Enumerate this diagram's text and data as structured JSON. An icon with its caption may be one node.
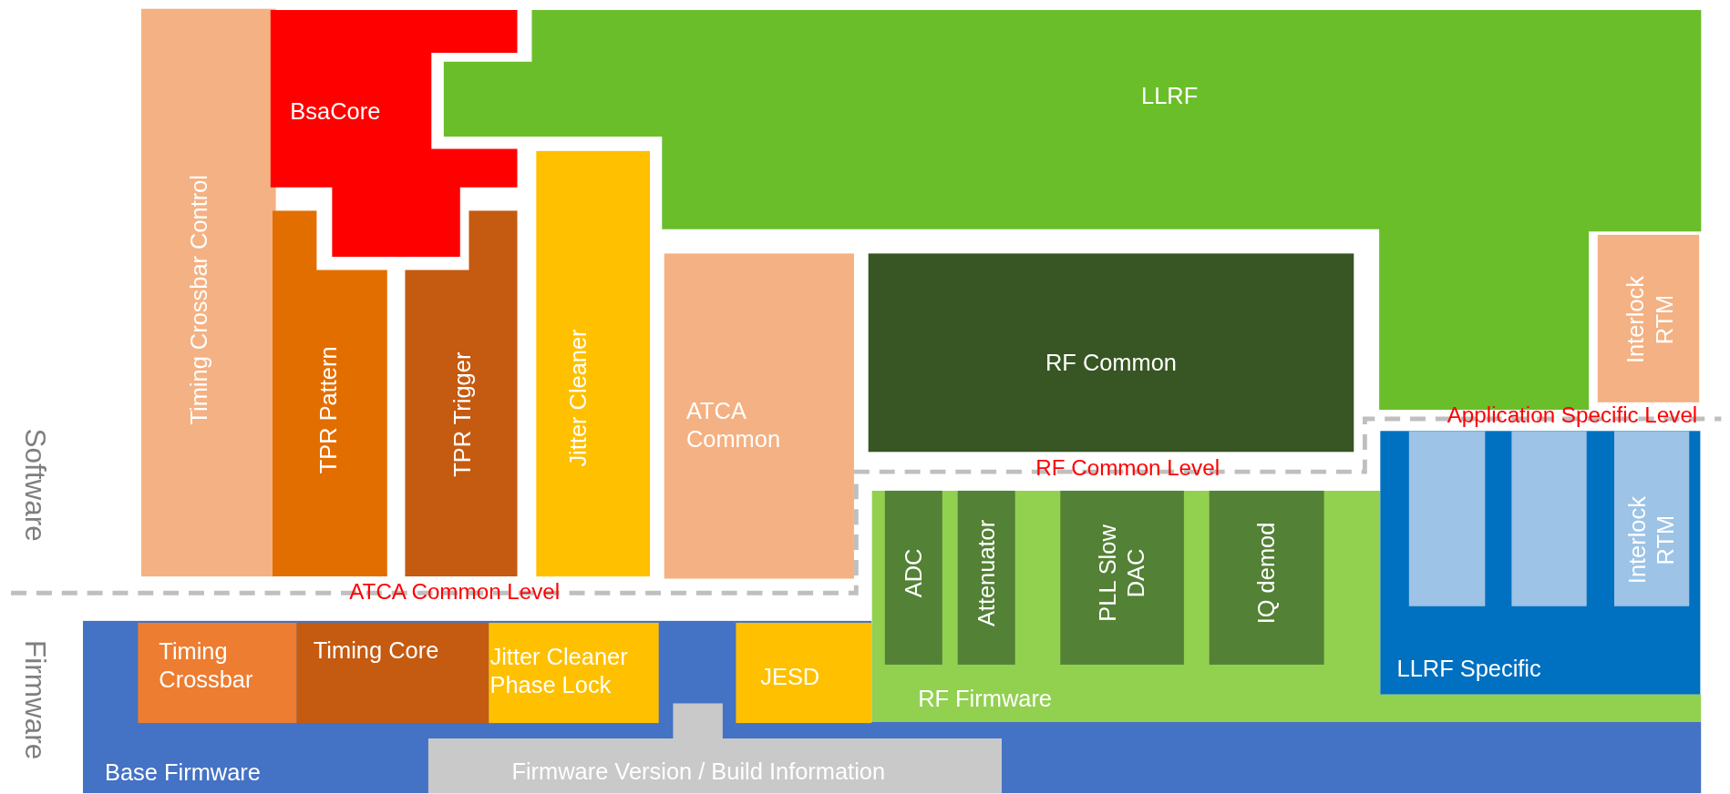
{
  "diagram": {
    "nodes": [
      {
        "text": [
          "Timing Crossbar Control"
        ]
      },
      {
        "text": [
          "BsaCore"
        ]
      },
      {
        "text": [
          "LLRF"
        ]
      },
      {
        "text": [
          "Jitter Cleaner"
        ]
      },
      {
        "text": [
          "TPR Pattern"
        ]
      },
      {
        "text": [
          "TPR Trigger"
        ]
      },
      {
        "text": [
          "ATCA Common"
        ]
      },
      {
        "text": [
          "RF Common"
        ]
      },
      {
        "text": [
          "Interlock RTM"
        ]
      },
      {
        "text": [
          "Base Firmware"
        ]
      },
      {
        "text": [
          "Timing Crossbar"
        ],
        "in": 9
      },
      {
        "text": [
          "Timing Core"
        ],
        "in": 9
      },
      {
        "text": [
          "Jitter Cleaner Phase Lock"
        ],
        "in": 9
      },
      {
        "text": [
          "JESD"
        ],
        "in": 9
      },
      {
        "text": [
          "Firmware Version / Build Information"
        ],
        "in": 9
      },
      {
        "text": [
          "RF Firmware"
        ]
      },
      {
        "text": [
          "ADC"
        ],
        "in": 15
      },
      {
        "text": [
          "Attenuator"
        ],
        "in": 15
      },
      {
        "text": [
          "PLL Slow DAC"
        ],
        "in": 15
      },
      {
        "text": [
          "IQ demod"
        ],
        "in": 15
      },
      {
        "text": [
          "LLRF Specific"
        ]
      },
      {
        "text": [],
        "shape": "box",
        "in": 20
      },
      {
        "text": [],
        "shape": "box",
        "in": 20
      },
      {
        "text": [
          "Interlock RTM"
        ],
        "in": 20
      }
    ],
    "edges": [],
    "labels": [
      "Software",
      "Firmware",
      "ATCA Common Level",
      "RF Common Level",
      "Application Specific Level"
    ]
  }
}
